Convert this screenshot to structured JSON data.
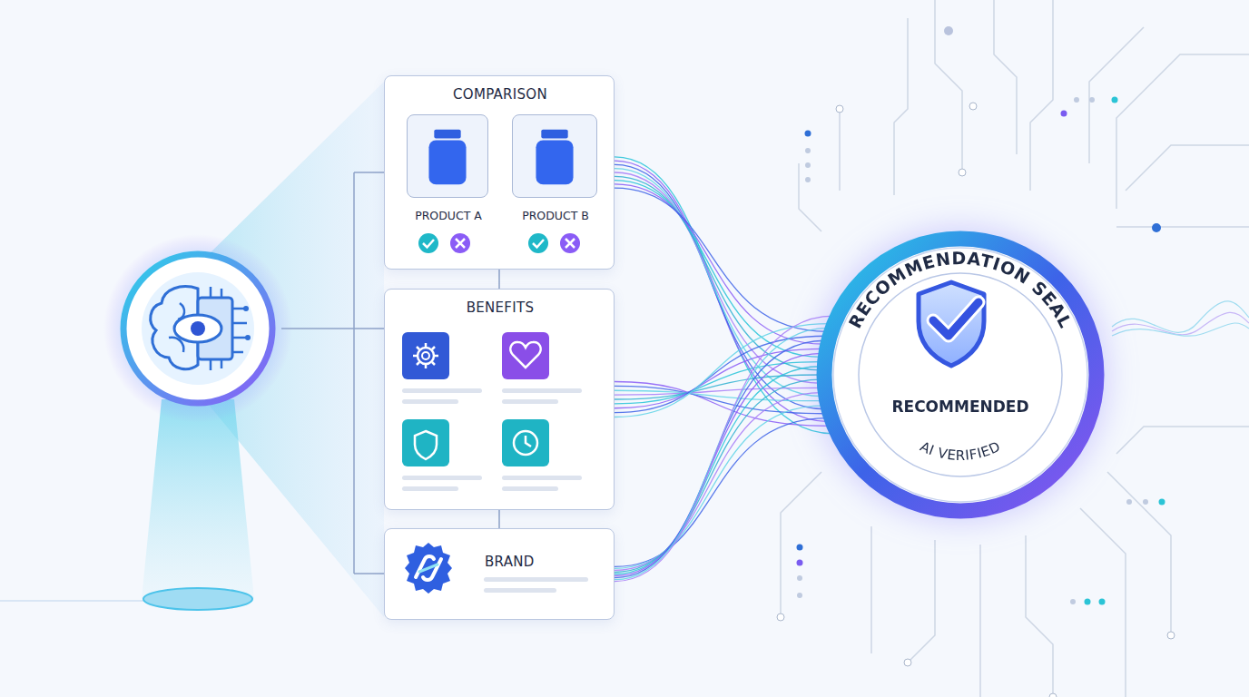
{
  "diagram": {
    "nodes": [
      {
        "text": [
          "COMPARISON"
        ]
      },
      {
        "text": [
          "PRODUCT A"
        ],
        "in": 0
      },
      {
        "text": [
          "PRODUCT B"
        ],
        "in": 0
      },
      {
        "text": [
          "BENEFITS"
        ]
      },
      {
        "text": [
          "BRAND"
        ]
      },
      {
        "text": [
          "RECOMMENDATION SEAL",
          "RECOMMENDED",
          "AI VERIFIED"
        ]
      }
    ],
    "edges": [
      {
        "from": 0,
        "to": 5,
        "arrow": "none"
      },
      {
        "from": 3,
        "to": 5,
        "arrow": "none"
      },
      {
        "from": 4,
        "to": 5,
        "arrow": "none"
      }
    ]
  }
}
